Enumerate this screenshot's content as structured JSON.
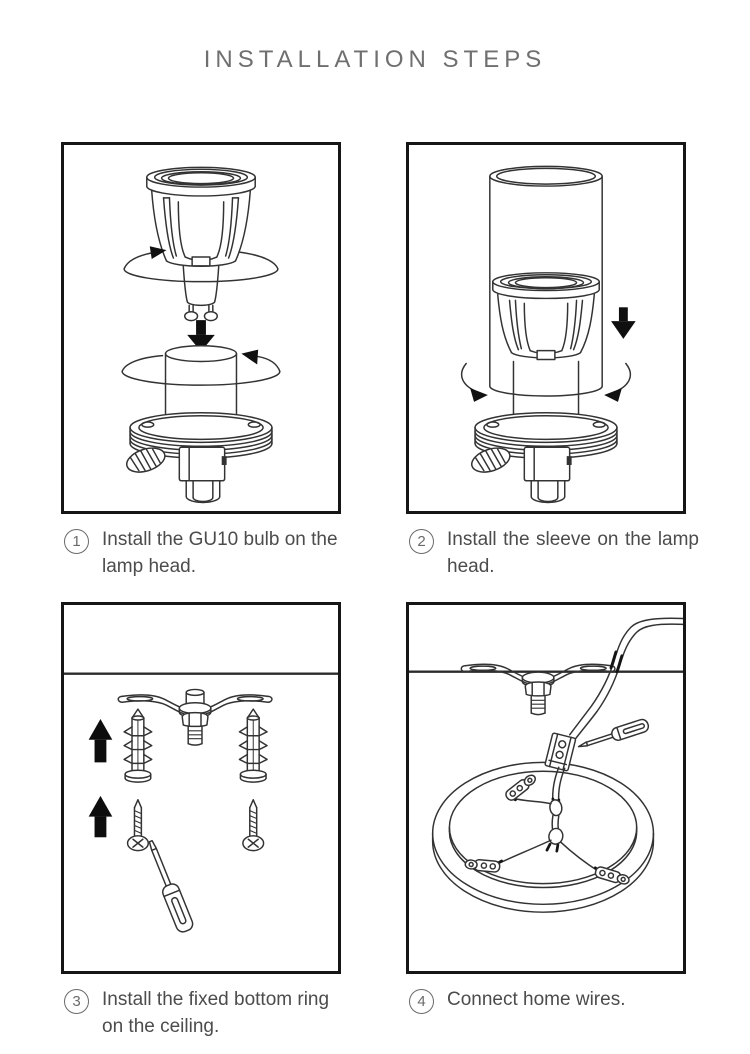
{
  "page": {
    "title": "INSTALLATION STEPS"
  },
  "colors": {
    "line": "#333333",
    "solid_arrow": "#0f0f0f",
    "panel_border": "#161616",
    "title_text": "#6f6f6f",
    "caption_text": "#4c4c4c"
  },
  "steps": [
    {
      "number": "1",
      "caption": "Install the GU10 bulb on the lamp head.",
      "diagram_icons": [
        "gu10-bulb",
        "rotation-arrow-icon",
        "down-arrow-icon",
        "lamp-head"
      ]
    },
    {
      "number": "2",
      "caption": "Install the sleeve on the lamp head.",
      "diagram_icons": [
        "glass-sleeve",
        "gu10-bulb",
        "down-arrow-icon",
        "rotation-arrow-icon",
        "lamp-head"
      ]
    },
    {
      "number": "3",
      "caption": "Install the fixed bottom ring on the ceiling.",
      "diagram_icons": [
        "ceiling-line",
        "mounting-bracket",
        "wall-anchor",
        "screw",
        "up-arrow-icon",
        "screwdriver"
      ]
    },
    {
      "number": "4",
      "caption": "Connect home wires.",
      "diagram_icons": [
        "ceiling-line",
        "mounting-bracket",
        "home-wire",
        "wire-connector",
        "screwdriver",
        "canopy-ring",
        "terminal-lug"
      ]
    }
  ]
}
